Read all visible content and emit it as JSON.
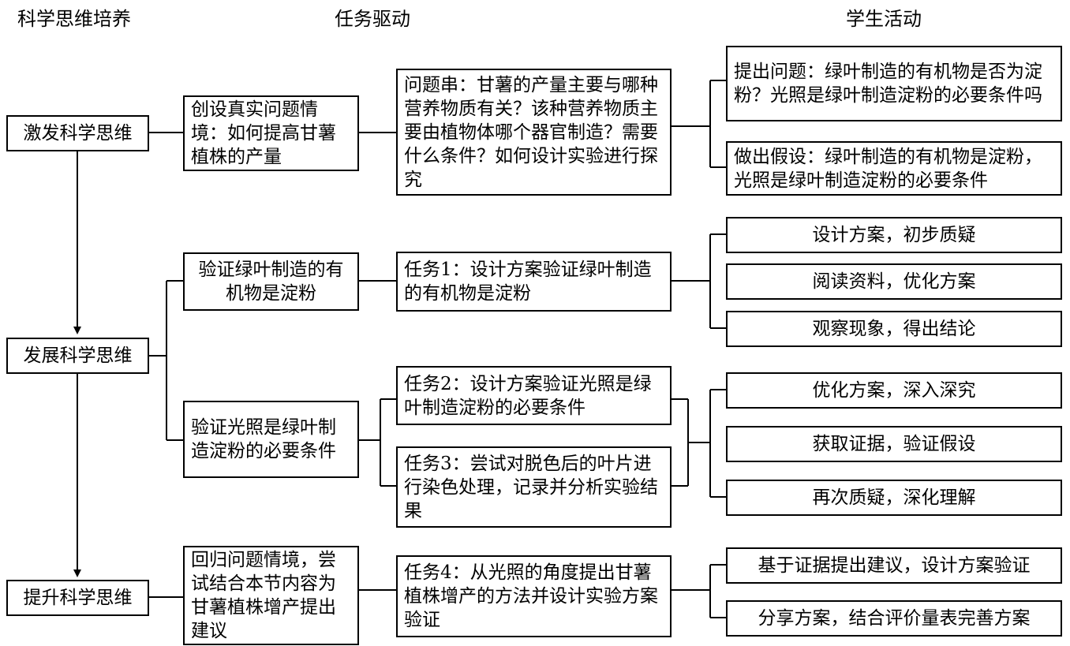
{
  "headers": {
    "col1": "科学思维培养",
    "col2": "任务驱动",
    "col3": "学生活动"
  },
  "stages": [
    "激发科学思维",
    "发展科学思维",
    "提升科学思维"
  ],
  "situations": [
    "创设真实问题情境：如何提高甘薯植株的产量",
    "验证绿叶制造的有机物是淀粉",
    "验证光照是绿叶制造淀粉的必要条件",
    "回归问题情境，尝试结合本节内容为甘薯植株增产提出建议"
  ],
  "tasks": [
    "问题串：甘薯的产量主要与哪种营养物质有关？该种营养物质主要由植物体哪个器官制造？需要什么条件？如何设计实验进行探究",
    "任务1：设计方案验证绿叶制造的有机物是淀粉",
    "任务2：设计方案验证光照是绿叶制造淀粉的必要条件",
    "任务3：尝试对脱色后的叶片进行染色处理，记录并分析实验结果",
    "任务4：从光照的角度提出甘薯植株增产的方法并设计实验方案验证"
  ],
  "activities": [
    "提出问题：绿叶制造的有机物是否为淀粉？光照是绿叶制造淀粉的必要条件吗",
    "做出假设：绿叶制造的有机物是淀粉，光照是绿叶制造淀粉的必要条件",
    "设计方案，初步质疑",
    "阅读资料，优化方案",
    "观察现象，得出结论",
    "优化方案，深入深究",
    "获取证据，验证假设",
    "再次质疑，深化理解",
    "基于证据提出建议，设计方案验证",
    "分享方案，结合评价量表完善方案"
  ]
}
